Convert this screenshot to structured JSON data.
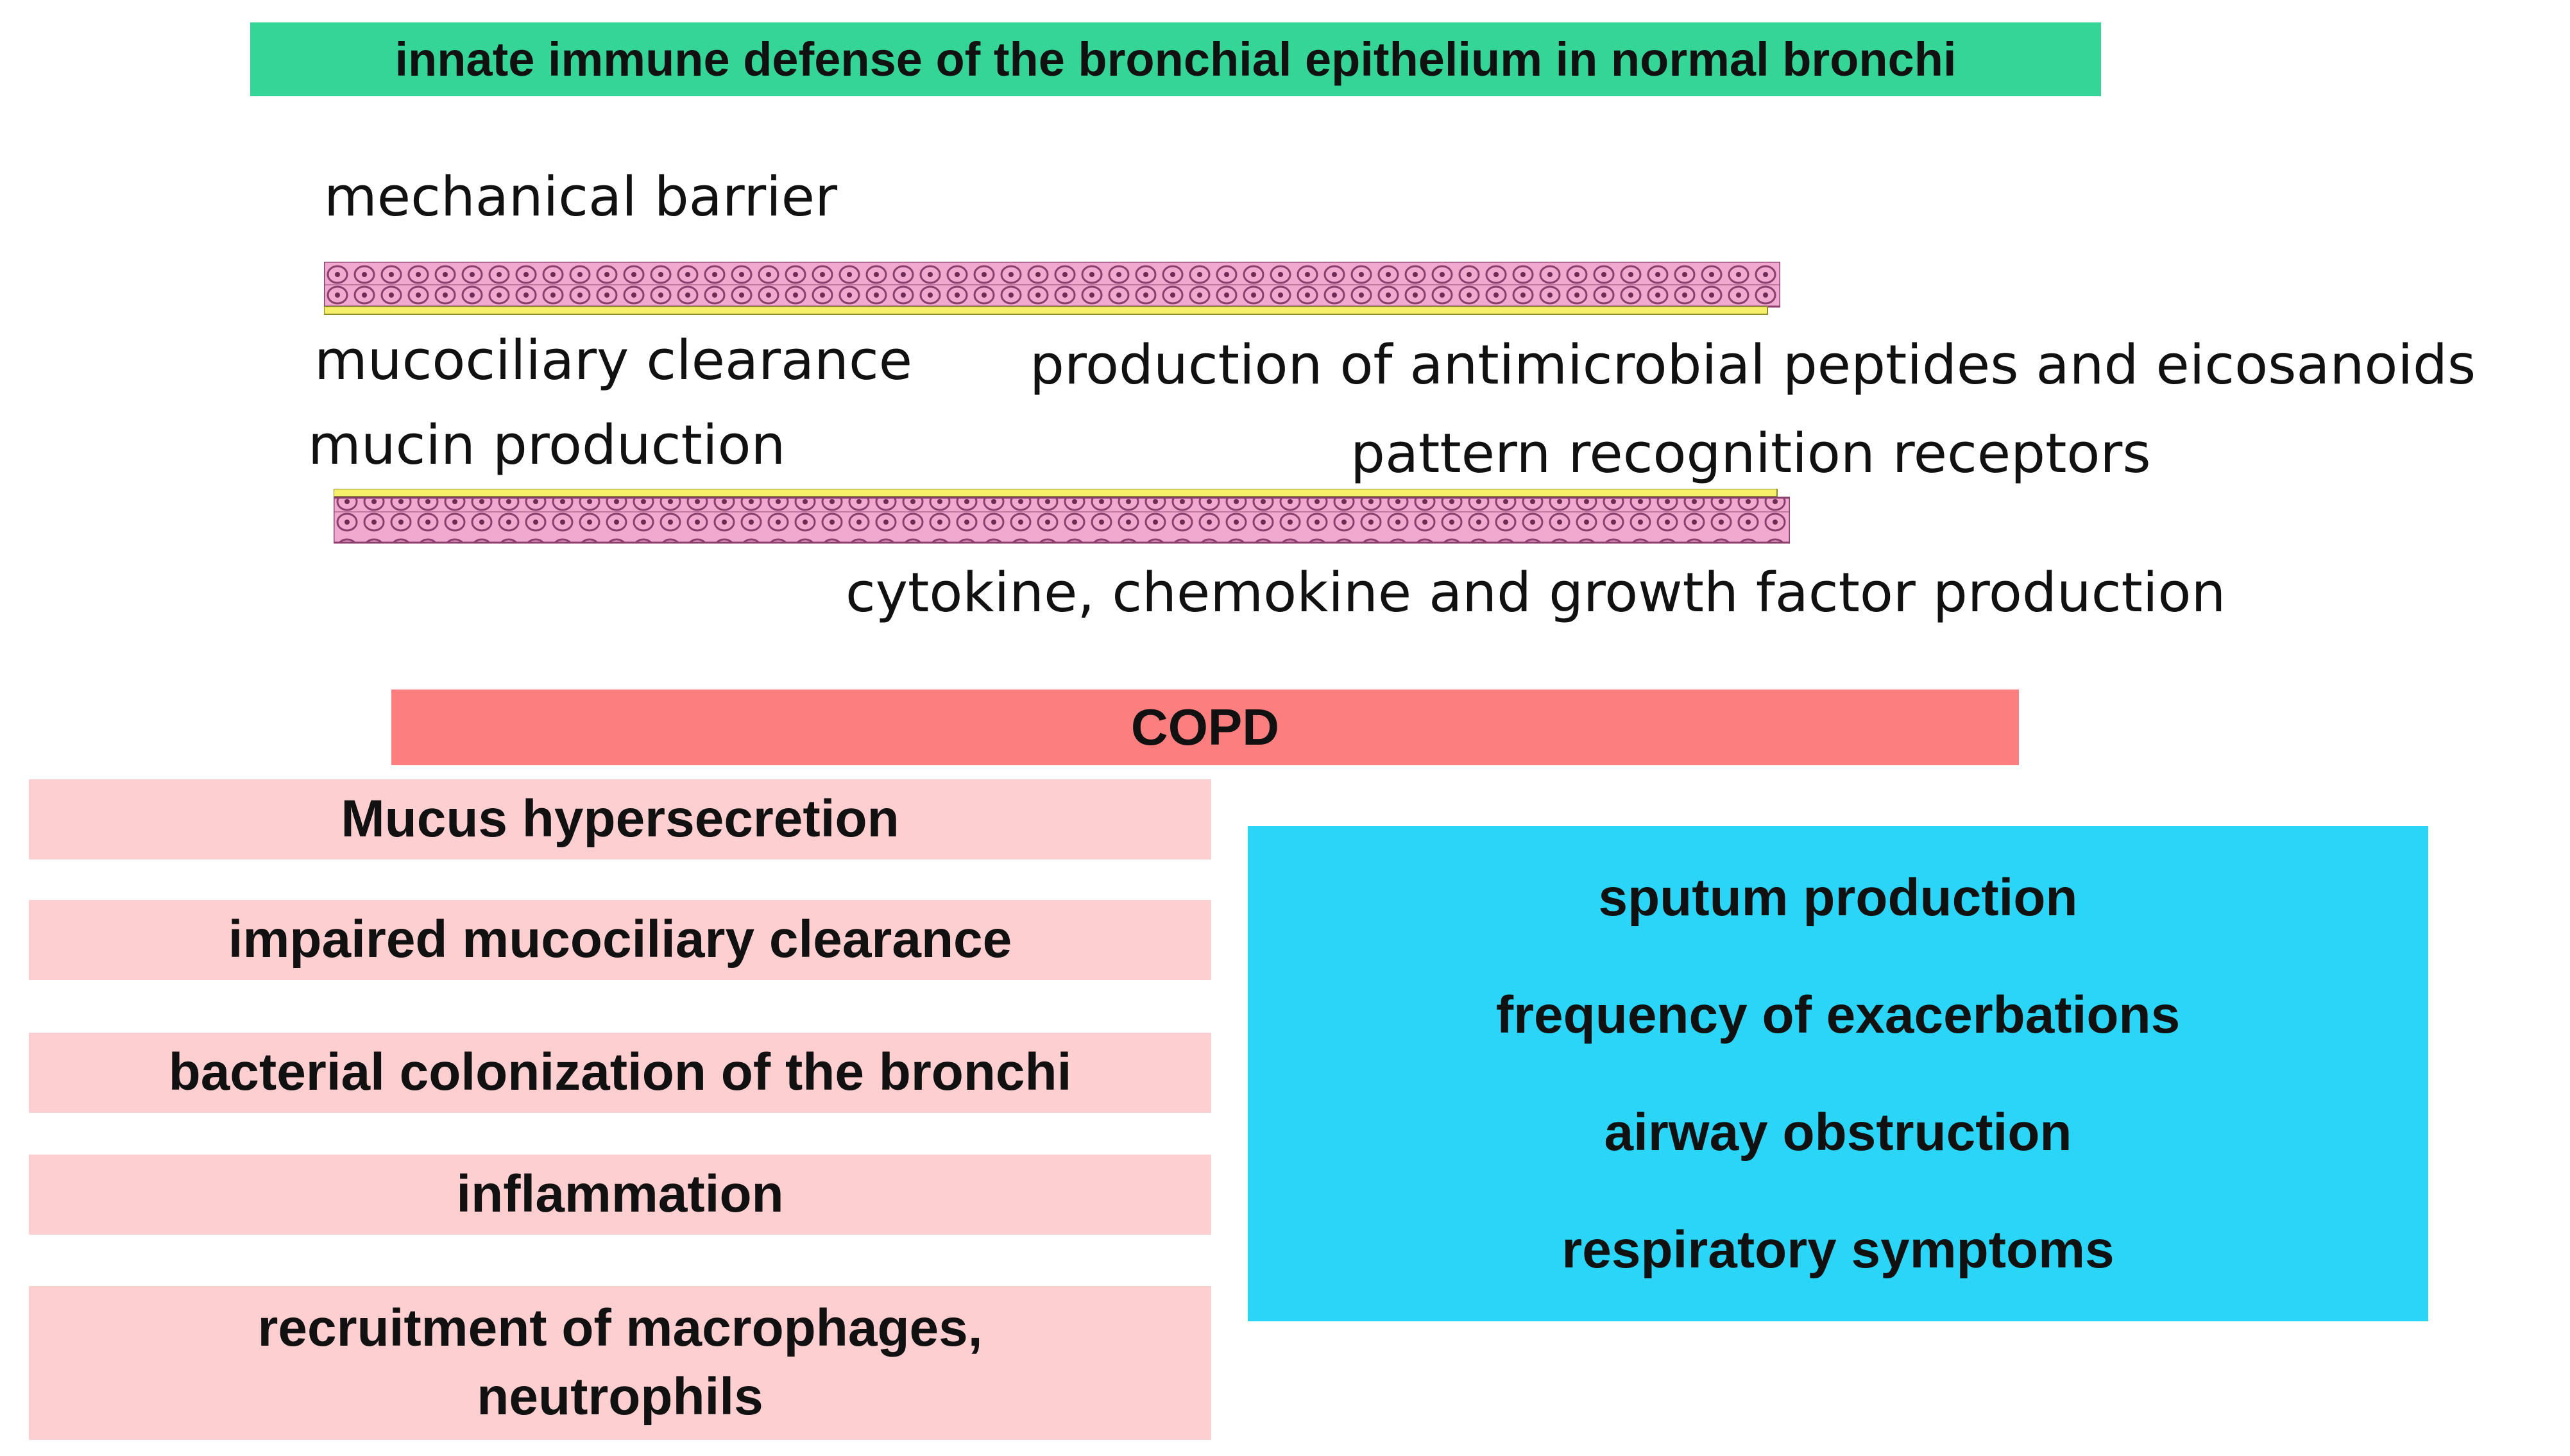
{
  "header": {
    "title": "innate immune defense of the bronchial epithelium in normal bronchi",
    "color": "#35d497"
  },
  "epithelium": {
    "labels": {
      "mechanical_barrier": "mechanical barrier",
      "mucociliary_clearance": "mucociliary clearance",
      "mucin_production": "mucin production",
      "antimicrobial": "production of antimicrobial peptides and eicosanoids",
      "pattern_recognition": "pattern recognition receptors",
      "cytokine": "cytokine, chemokine and growth factor production"
    },
    "tissue_color": "#f2a9cf",
    "membrane_color": "#f5ef6a"
  },
  "copd": {
    "label": "COPD",
    "color": "#fd7e7e"
  },
  "mechanisms": [
    "Mucus hypersecretion",
    "impaired mucociliary clearance",
    "bacterial colonization of the bronchi",
    "inflammation",
    "recruitment of macrophages, neutrophils"
  ],
  "mechanism_color": "#fecfd1",
  "outcomes": [
    "sputum production",
    "frequency of exacerbations",
    "airway obstruction",
    "respiratory symptoms"
  ],
  "outcome_color": "#2bd5f8"
}
